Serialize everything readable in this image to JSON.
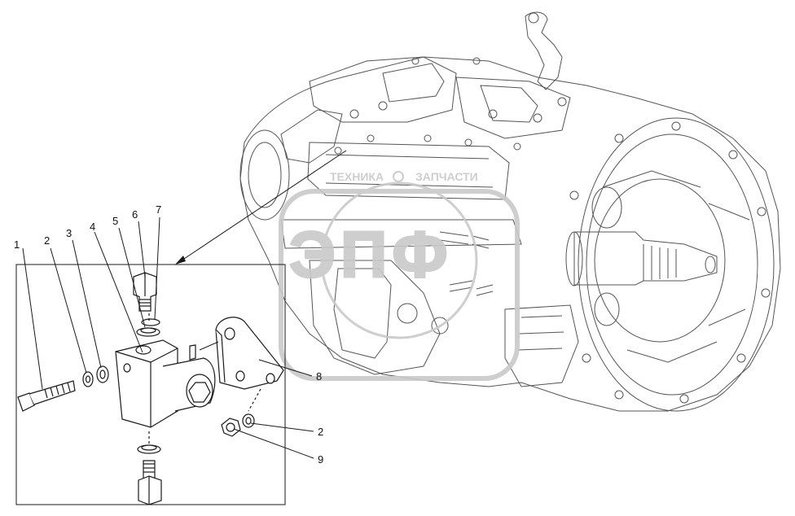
{
  "callouts": {
    "c1": "1",
    "c2": "2",
    "c3": "3",
    "c4": "4",
    "c5": "5",
    "c6": "6",
    "c7": "7",
    "c8": "8",
    "c2b": "2",
    "c9": "9"
  },
  "watermark": {
    "top_left": "ТЕХНИКА",
    "top_right": "ЗАПЧАСТИ",
    "logo": "ЭПФ"
  },
  "colors": {
    "line": "#1a1a1a",
    "detail": "#555555",
    "watermark": "#c9c9c9"
  }
}
